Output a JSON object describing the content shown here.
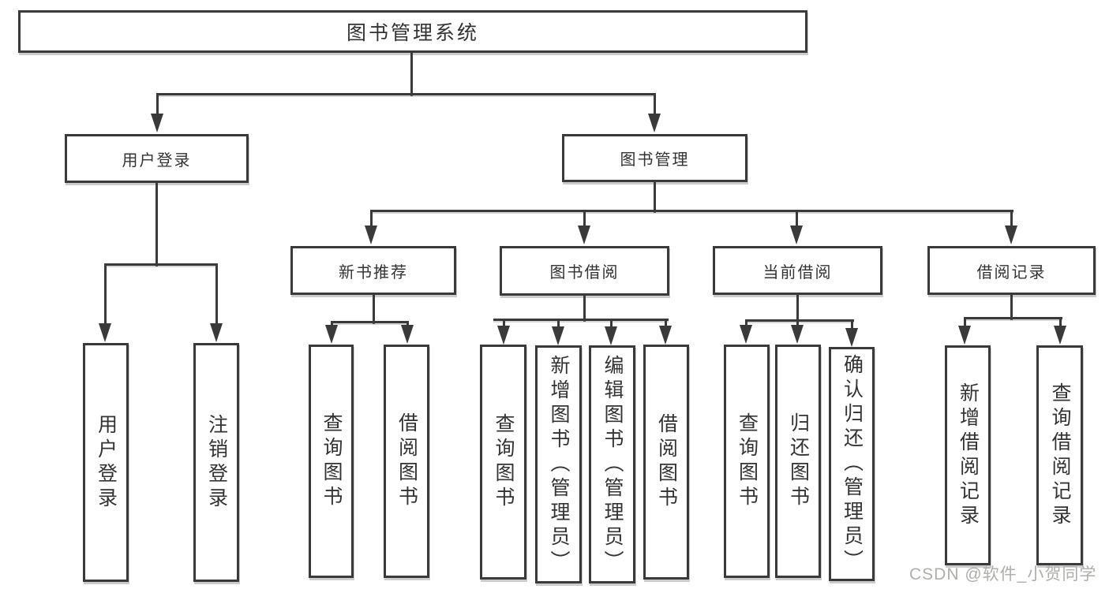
{
  "diagram": {
    "root": {
      "label": "图书管理系统"
    },
    "branches": [
      {
        "label": "用户登录",
        "children": [
          {
            "label": "用户登录"
          },
          {
            "label": "注销登录"
          }
        ]
      },
      {
        "label": "图书管理",
        "children": [
          {
            "label": "新书推荐",
            "children": [
              {
                "label": "查询图书"
              },
              {
                "label": "借阅图书"
              }
            ]
          },
          {
            "label": "图书借阅",
            "children": [
              {
                "label": "查询图书"
              },
              {
                "label": "新增图书（管理员）"
              },
              {
                "label": "编辑图书（管理员）"
              },
              {
                "label": "借阅图书"
              }
            ]
          },
          {
            "label": "当前借阅",
            "children": [
              {
                "label": "查询图书"
              },
              {
                "label": "归还图书"
              },
              {
                "label": "确认归还（管理员）"
              }
            ]
          },
          {
            "label": "借阅记录",
            "children": [
              {
                "label": "新增借阅记录"
              },
              {
                "label": "查询借阅记录"
              }
            ]
          }
        ]
      }
    ]
  },
  "watermark": "CSDN @软件_小贺同学",
  "colors": {
    "line": "#3a3a3a",
    "text": "#333333",
    "background": "#ffffff",
    "watermark": "#b0aeab"
  }
}
